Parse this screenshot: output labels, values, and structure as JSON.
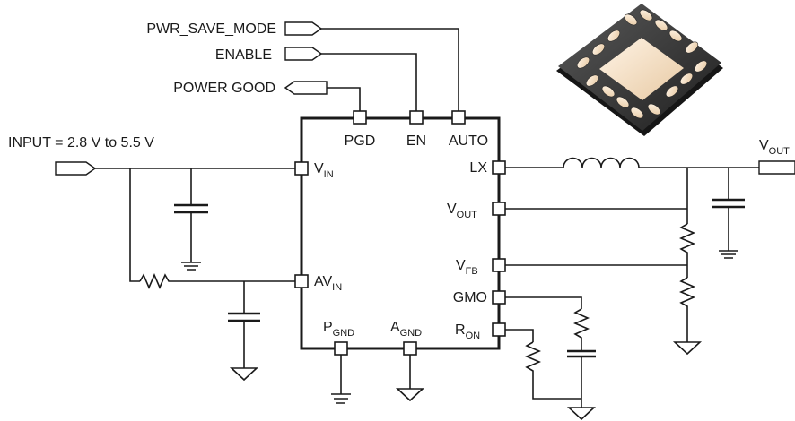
{
  "signals": {
    "pwr_save_mode": "PWR_SAVE_MODE",
    "enable": "ENABLE",
    "power_good": "POWER GOOD",
    "input": "INPUT = 2.8 V to 5.5 V",
    "vout_main": "V",
    "vout_main_sub": "OUT"
  },
  "pins": {
    "pgd": "PGD",
    "en": "EN",
    "auto": "AUTO",
    "vin": "V",
    "vin_sub": "IN",
    "avin": "AV",
    "avin_sub": "IN",
    "lx": "LX",
    "vout": "V",
    "vout_sub": "OUT",
    "vfb": "V",
    "vfb_sub": "FB",
    "gmo": "GMO",
    "ron": "R",
    "ron_sub": "ON",
    "pgnd": "P",
    "pgnd_sub": "GND",
    "agnd": "A",
    "agnd_sub": "GND"
  },
  "package": {
    "name": "qfn-16-package-illustration"
  }
}
